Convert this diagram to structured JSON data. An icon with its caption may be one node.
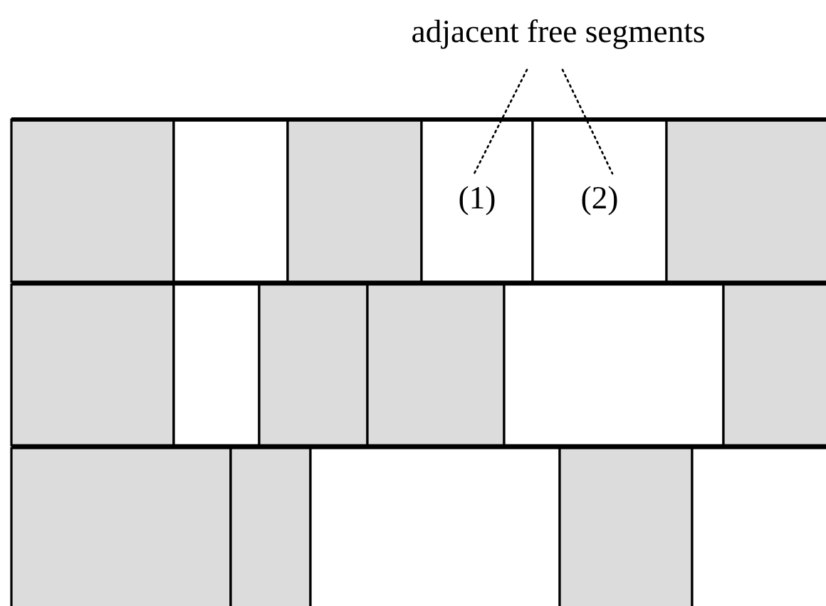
{
  "diagram": {
    "nodes": [
      {
        "text": [
          "adjacent free segments"
        ]
      },
      {
        "text": [],
        "shape": "box"
      },
      {
        "text": [],
        "shape": "box"
      },
      {
        "text": [],
        "shape": "box"
      },
      {
        "text": [
          "(1)"
        ]
      },
      {
        "text": [
          "(2)"
        ]
      },
      {
        "text": [],
        "shape": "box"
      },
      {
        "text": [],
        "shape": "box"
      },
      {
        "text": [],
        "shape": "box"
      },
      {
        "text": [],
        "shape": "box"
      },
      {
        "text": [],
        "shape": "box"
      },
      {
        "text": [],
        "shape": "box"
      },
      {
        "text": [],
        "shape": "box"
      },
      {
        "text": [],
        "shape": "box"
      },
      {
        "text": [],
        "shape": "box"
      },
      {
        "text": [],
        "shape": "box"
      },
      {
        "text": [],
        "shape": "box"
      },
      {
        "text": [],
        "shape": "box"
      }
    ],
    "edges": [
      {
        "from": 0,
        "to": 4,
        "arrow": "none"
      },
      {
        "from": 0,
        "to": 5,
        "arrow": "none"
      }
    ]
  }
}
